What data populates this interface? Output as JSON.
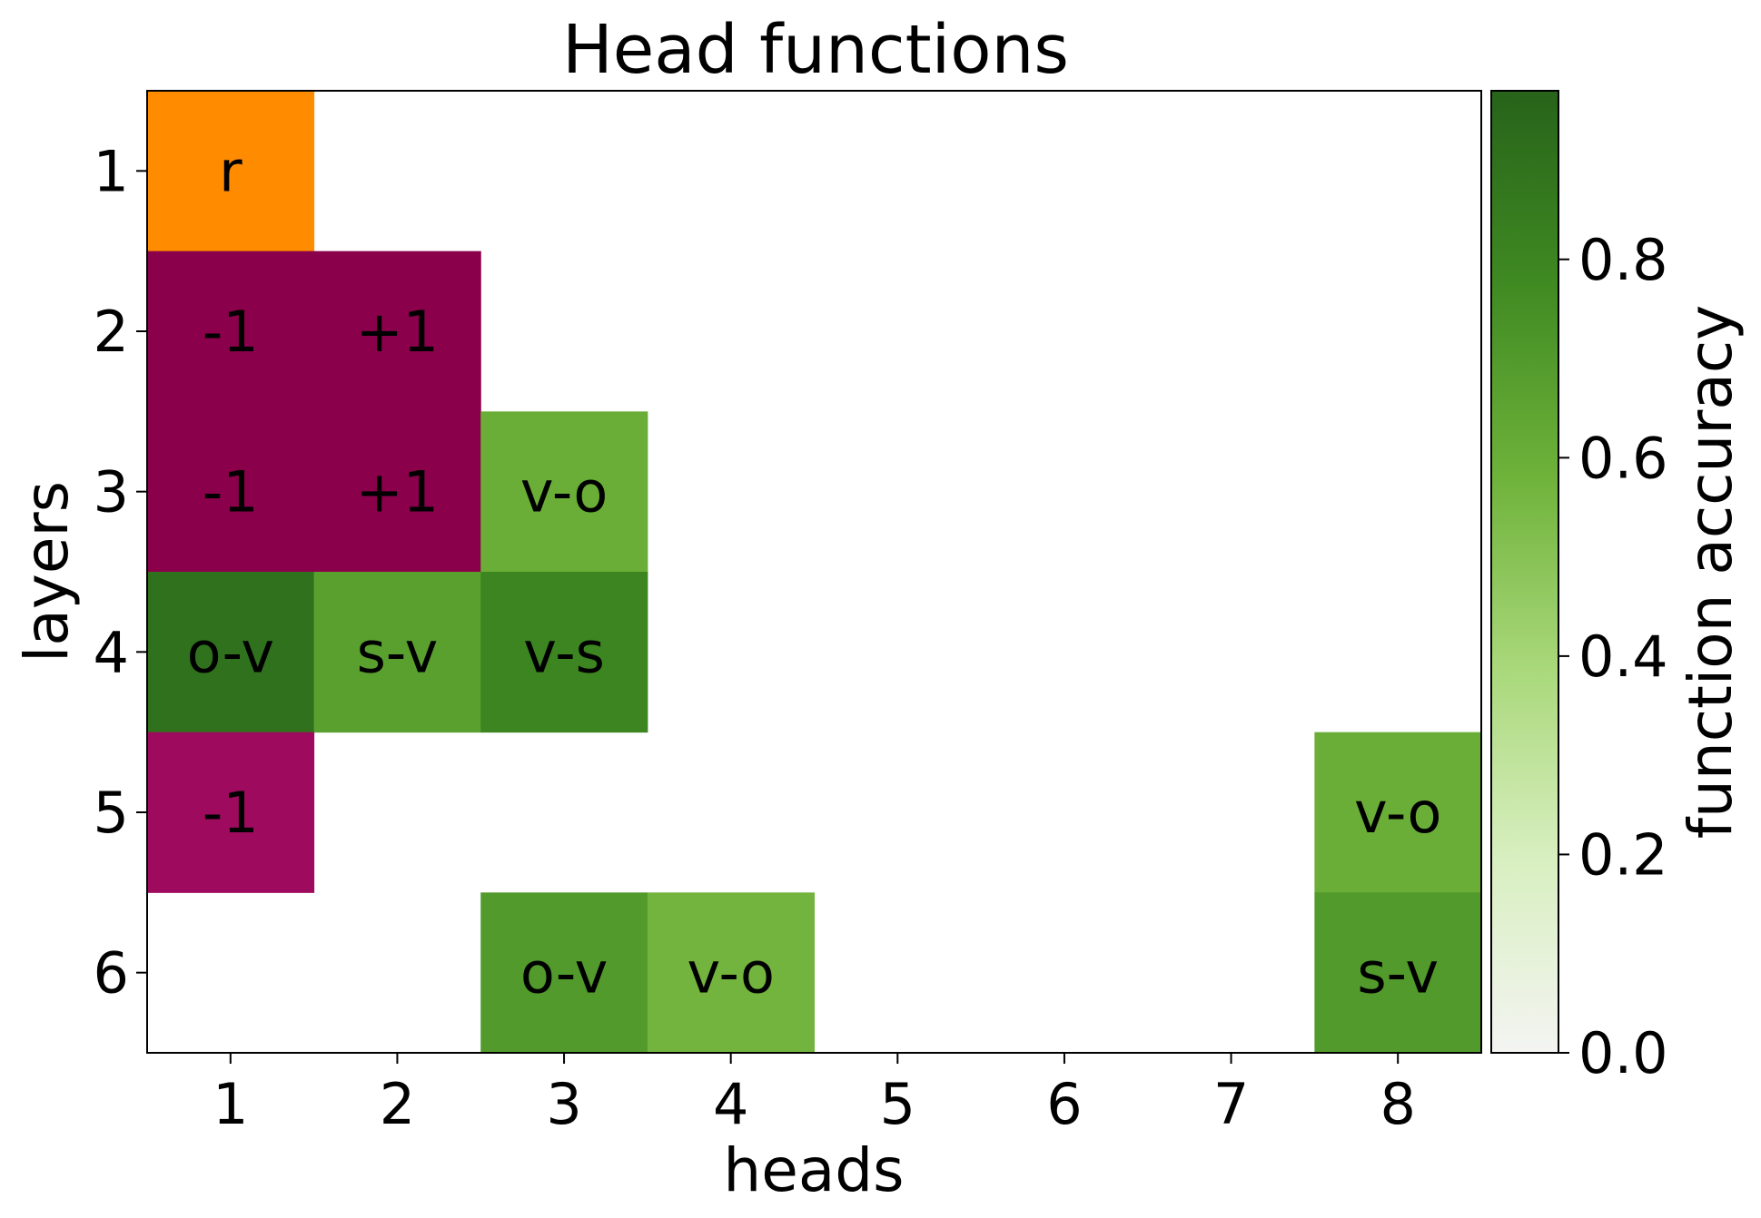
{
  "chart_data": {
    "type": "heatmap",
    "title": "Head functions",
    "xlabel": "heads",
    "ylabel": "layers",
    "x_ticks": [
      "1",
      "2",
      "3",
      "4",
      "5",
      "6",
      "7",
      "8"
    ],
    "y_ticks": [
      "1",
      "2",
      "3",
      "4",
      "5",
      "6"
    ],
    "colorbar": {
      "label": "function accuracy",
      "ticks": [
        "0.0",
        "0.2",
        "0.4",
        "0.6",
        "0.8"
      ],
      "range": [
        0,
        0.97
      ],
      "colors": [
        "#f4f4f2",
        "#d8efc0",
        "#a9d87a",
        "#6eb23a",
        "#3f8a22",
        "#27631a"
      ]
    },
    "cells": [
      {
        "layer": 1,
        "head": 1,
        "label": "r",
        "kind": "categorical",
        "color": "#ff8c00"
      },
      {
        "layer": 2,
        "head": 1,
        "label": "-1",
        "kind": "categorical",
        "color": "#8b004b"
      },
      {
        "layer": 2,
        "head": 2,
        "label": "+1",
        "kind": "categorical",
        "color": "#8b004b"
      },
      {
        "layer": 3,
        "head": 1,
        "label": "-1",
        "kind": "categorical",
        "color": "#8b004b"
      },
      {
        "layer": 3,
        "head": 2,
        "label": "+1",
        "kind": "categorical",
        "color": "#8b004b"
      },
      {
        "layer": 3,
        "head": 3,
        "label": "v-o",
        "kind": "accuracy",
        "value": 0.6
      },
      {
        "layer": 4,
        "head": 1,
        "label": "o-v",
        "kind": "accuracy",
        "value": 0.9
      },
      {
        "layer": 4,
        "head": 2,
        "label": "s-v",
        "kind": "accuracy",
        "value": 0.67
      },
      {
        "layer": 4,
        "head": 3,
        "label": "v-s",
        "kind": "accuracy",
        "value": 0.8
      },
      {
        "layer": 5,
        "head": 1,
        "label": "-1",
        "kind": "categorical",
        "color": "#9e0b5e"
      },
      {
        "layer": 5,
        "head": 8,
        "label": "v-o",
        "kind": "accuracy",
        "value": 0.6
      },
      {
        "layer": 6,
        "head": 3,
        "label": "o-v",
        "kind": "accuracy",
        "value": 0.7
      },
      {
        "layer": 6,
        "head": 4,
        "label": "v-o",
        "kind": "accuracy",
        "value": 0.57
      },
      {
        "layer": 6,
        "head": 8,
        "label": "s-v",
        "kind": "accuracy",
        "value": 0.7
      }
    ]
  }
}
